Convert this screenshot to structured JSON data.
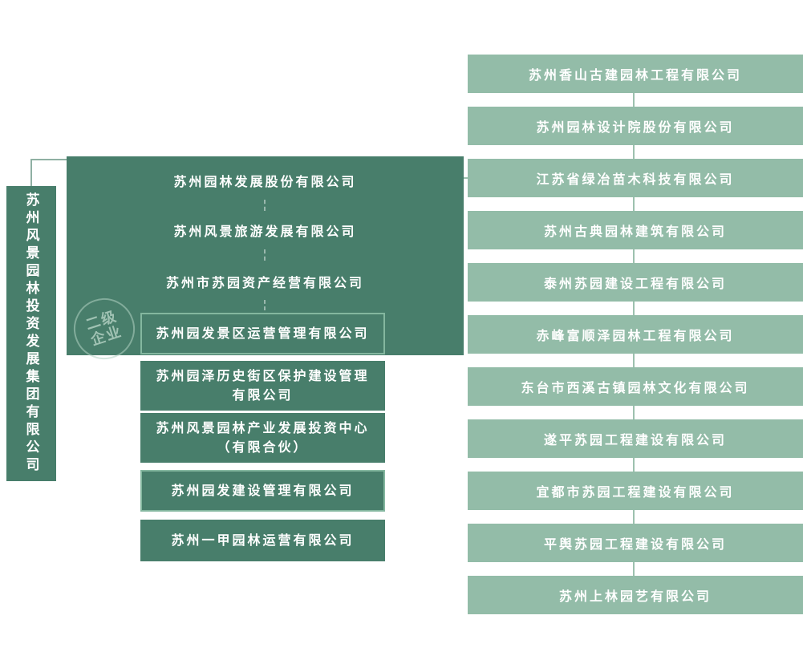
{
  "chart": {
    "parent": {
      "label": "苏州风景园林投资发展集团有限公司"
    },
    "watermark": {
      "line1": "二级",
      "line2": "企业"
    },
    "middle_items": [
      {
        "label": "苏州园林发展股份有限公司"
      },
      {
        "label": "苏州风景旅游发展有限公司"
      },
      {
        "label": "苏州市苏园资产经营有限公司"
      },
      {
        "label": "苏州园发景区运营管理有限公司"
      },
      {
        "label": "苏州园泽历史街区保护建设管理有限公司"
      },
      {
        "label": "苏州风景园林产业发展投资中心（有限合伙）"
      },
      {
        "label": "苏州园发建设管理有限公司"
      },
      {
        "label": "苏州一甲园林运营有限公司"
      }
    ],
    "right_items": [
      "苏州香山古建园林工程有限公司",
      "苏州园林设计院股份有限公司",
      "江苏省绿冶苗木科技有限公司",
      "苏州古典园林建筑有限公司",
      "泰州苏园建设工程有限公司",
      "赤峰富顺泽园林工程有限公司",
      "东台市西溪古镇园林文化有限公司",
      "遂平苏园工程建设有限公司",
      "宜都市苏园工程建设有限公司",
      "平舆苏园工程建设有限公司",
      "苏州上林园艺有限公司"
    ],
    "colors": {
      "primary_green": "#487e6b",
      "secondary_green": "#93bca8",
      "box_border_green": "#84b79f",
      "connector_green": "#9dc1af"
    }
  }
}
